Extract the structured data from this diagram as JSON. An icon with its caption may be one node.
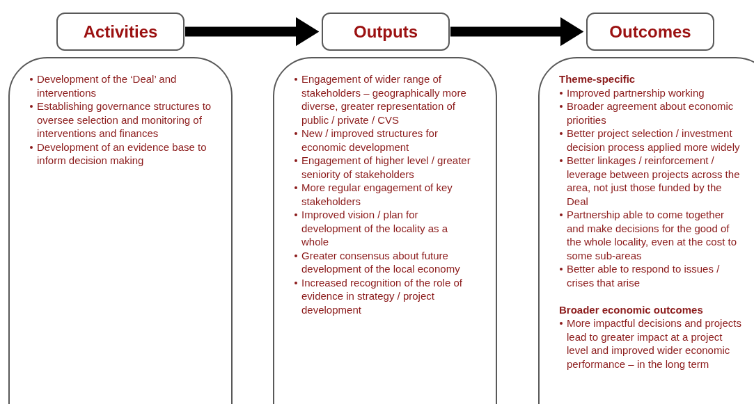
{
  "diagram": {
    "nodes": [
      {
        "text": [
          "Activities"
        ]
      },
      {
        "text": [
          "Development of the ‘Deal’ and interventions",
          "Establishing governance structures to oversee selection and monitoring of interventions and finances",
          "Development of an evidence base to inform decision making"
        ]
      },
      {
        "text": [
          "Outputs"
        ]
      },
      {
        "text": [
          "Engagement of wider range of stakeholders – geographically more diverse, greater representation of public / private / CVS",
          "New / improved structures for economic development",
          "Engagement of higher level / greater seniority of stakeholders",
          "More regular engagement of key stakeholders",
          "Improved vision / plan for development of the locality as a whole",
          "Greater consensus about future development of the local economy",
          "Increased recognition of the role of evidence in strategy / project development"
        ]
      },
      {
        "text": [
          "Outcomes"
        ]
      },
      {
        "text": [
          "Theme-specific",
          "Improved partnership working",
          "Broader agreement about economic priorities",
          "Better project selection / investment decision process applied more widely",
          "Better linkages / reinforcement / leverage between projects across the area, not just those funded by the Deal",
          "Partnership able to come together and make decisions for the good of the whole locality, even at the cost to some sub-areas",
          "Better able to respond to issues / crises that arise",
          "Broader economic outcomes",
          "More impactful decisions and projects lead to greater impact at a project level and improved wider economic performance – in the long term"
        ]
      }
    ],
    "edges": [
      {
        "from": 0,
        "to": 2,
        "arrow": "to"
      },
      {
        "from": 2,
        "to": 4,
        "arrow": "to"
      }
    ]
  }
}
